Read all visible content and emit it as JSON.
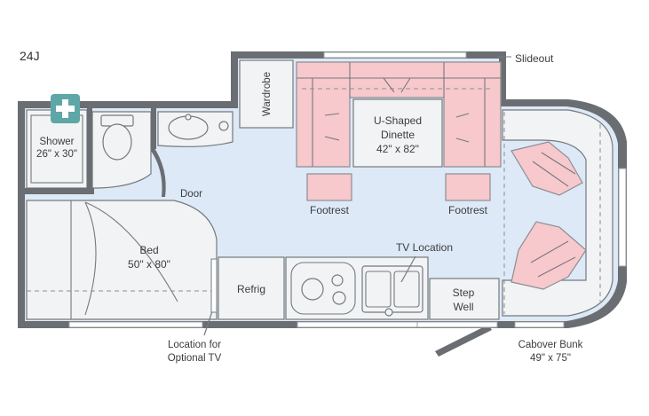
{
  "model": "24J",
  "labels": {
    "slideout": "Slideout",
    "wardrobe": "Wardrobe",
    "shower_1": "Shower",
    "shower_2": "26\" x 30\"",
    "door": "Door",
    "dinette_1": "U-Shaped",
    "dinette_2": "Dinette",
    "dinette_3": "42\" x 82\"",
    "footrest": "Footrest",
    "bed_1": "Bed",
    "bed_2": "50\" x 80\"",
    "tv_location": "TV Location",
    "refrig": "Refrig",
    "step_1": "Step",
    "step_2": "Well",
    "optional_tv_1": "Location for",
    "optional_tv_2": "Optional TV",
    "cabover_1": "Cabover Bunk",
    "cabover_2": "49\" x 75\""
  },
  "colors": {
    "wall": "#6a6e72",
    "floor": "#dde9f7",
    "dinette": "#f7c8cc",
    "first_aid": "#5fa6a6"
  },
  "icons": [
    "first-aid-icon"
  ]
}
